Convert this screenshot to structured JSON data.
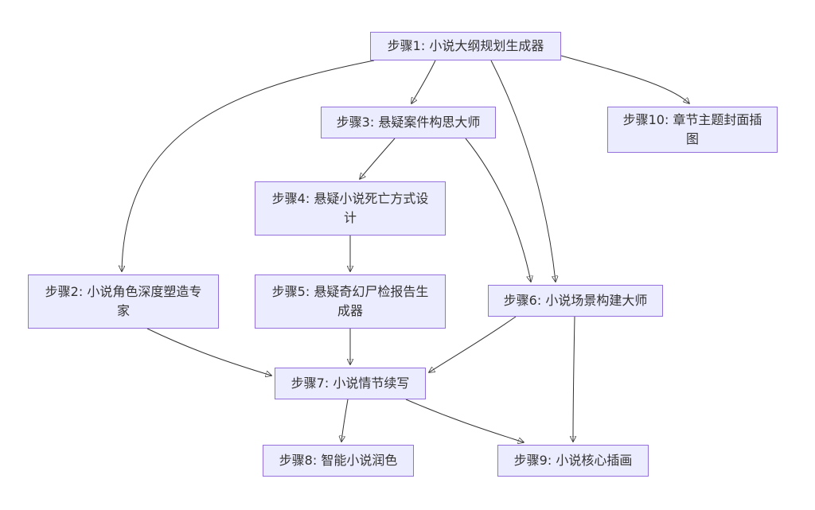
{
  "diagram": {
    "type": "flowchart",
    "direction": "top-down",
    "background_color": "#ffffff",
    "node_fill_color": "#ECECFF",
    "node_border_color": "#9370DB",
    "node_text_color": "#333333",
    "edge_color": "#333333",
    "nodes": [
      {
        "id": "step1",
        "label": "步骤1: 小说大纲规划生成器"
      },
      {
        "id": "step2",
        "label": "步骤2: 小说角色深度塑造专家"
      },
      {
        "id": "step3",
        "label": "步骤3: 悬疑案件构思大师"
      },
      {
        "id": "step4",
        "label": "步骤4: 悬疑小说死亡方式设计"
      },
      {
        "id": "step5",
        "label": "步骤5: 悬疑奇幻尸检报告生成器"
      },
      {
        "id": "step6",
        "label": "步骤6: 小说场景构建大师"
      },
      {
        "id": "step7",
        "label": "步骤7: 小说情节续写"
      },
      {
        "id": "step8",
        "label": "步骤8: 智能小说润色"
      },
      {
        "id": "step9",
        "label": "步骤9: 小说核心插画"
      },
      {
        "id": "step10",
        "label": "步骤10: 章节主题封面插图"
      }
    ],
    "edges": [
      {
        "from": "step1",
        "to": "step3"
      },
      {
        "from": "step1",
        "to": "step2"
      },
      {
        "from": "step1",
        "to": "step10"
      },
      {
        "from": "step1",
        "to": "step6"
      },
      {
        "from": "step3",
        "to": "step4"
      },
      {
        "from": "step3",
        "to": "step6"
      },
      {
        "from": "step4",
        "to": "step5"
      },
      {
        "from": "step5",
        "to": "step7"
      },
      {
        "from": "step2",
        "to": "step7"
      },
      {
        "from": "step6",
        "to": "step7"
      },
      {
        "from": "step6",
        "to": "step9"
      },
      {
        "from": "step7",
        "to": "step8"
      },
      {
        "from": "step7",
        "to": "step9"
      }
    ]
  }
}
